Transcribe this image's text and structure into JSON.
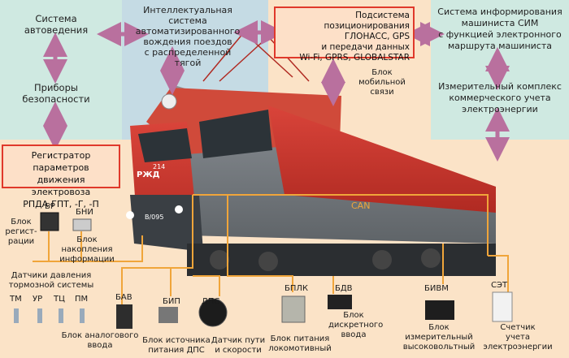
{
  "colors": {
    "mint": "#cfe9e1",
    "blue": "#c5dbe4",
    "peach": "#fbe3c7",
    "orange": "#f0a53a",
    "red": "#e0392b",
    "arrow": "#b9709e"
  },
  "labels": {
    "sys_auto_1": "Система",
    "sys_auto_2": "автоведения",
    "safety_1": "Приборы",
    "safety_2": "безопасности",
    "intel_1": "Интеллектуальная система",
    "intel_2": "автоматизированного",
    "intel_3": "вождения поездов",
    "intel_4": "с распределенной тягой",
    "pos_1": "Подсистема позиционирования",
    "pos_2": "ГЛОНАСС, GPS",
    "pos_3": "и передачи данных",
    "pos_4": "Wi-Fi, GPRS, GLOBALSTAR",
    "info_1": "Система информирования",
    "info_2": "машиниста СИМ",
    "info_3": "с функцией электронного",
    "info_4": "маршрута машиниста",
    "meas_1": "Измерительный комплекс",
    "meas_2": "коммерческого учета",
    "meas_3": "электроэнергии",
    "mobile_1": "Блок",
    "mobile_2": "мобильной",
    "mobile_3": "связи",
    "reg_1": "Регистратор параметров",
    "reg_2": "движения электровоза",
    "reg_3": "РПДА-ГПТ, -Г, -П",
    "br_code": "БР",
    "bni_code": "БНИ",
    "br_1": "Блок",
    "br_2": "регист-",
    "br_3": "рации",
    "bni_1": "Блок",
    "bni_2": "накопления",
    "bni_3": "информации",
    "sensors_1": "Датчики давления",
    "sensors_2": "тормозной системы",
    "tm": "ТМ",
    "ur": "УР",
    "tc": "ТЦ",
    "pm": "ПМ",
    "bav_code": "БАВ",
    "bav_1": "Блок аналогового",
    "bav_2": "ввода",
    "bip_code": "БИП",
    "bip_1": "Блок источника",
    "bip_2": "питания ДПС",
    "dps_code": "ДПС",
    "dps_1": "Датчик пути",
    "dps_2": "и скорости",
    "bplk_code": "БПЛК",
    "bplk_1": "Блок питания",
    "bplk_2": "локомотивный",
    "bdv_code": "БДВ",
    "bdv_1": "Блок",
    "bdv_2": "дискретного",
    "bdv_3": "ввода",
    "bivm_code": "БИВМ",
    "bivm_1": "Блок",
    "bivm_2": "измерительный",
    "bivm_3": "высоковольтный",
    "set_code": "СЭТ",
    "set_1": "Счетчик",
    "set_2": "учета",
    "set_3": "электроэнергии",
    "can": "CAN",
    "loco_num": "214",
    "loco_num2": "В/095",
    "logo": "РЖД"
  }
}
